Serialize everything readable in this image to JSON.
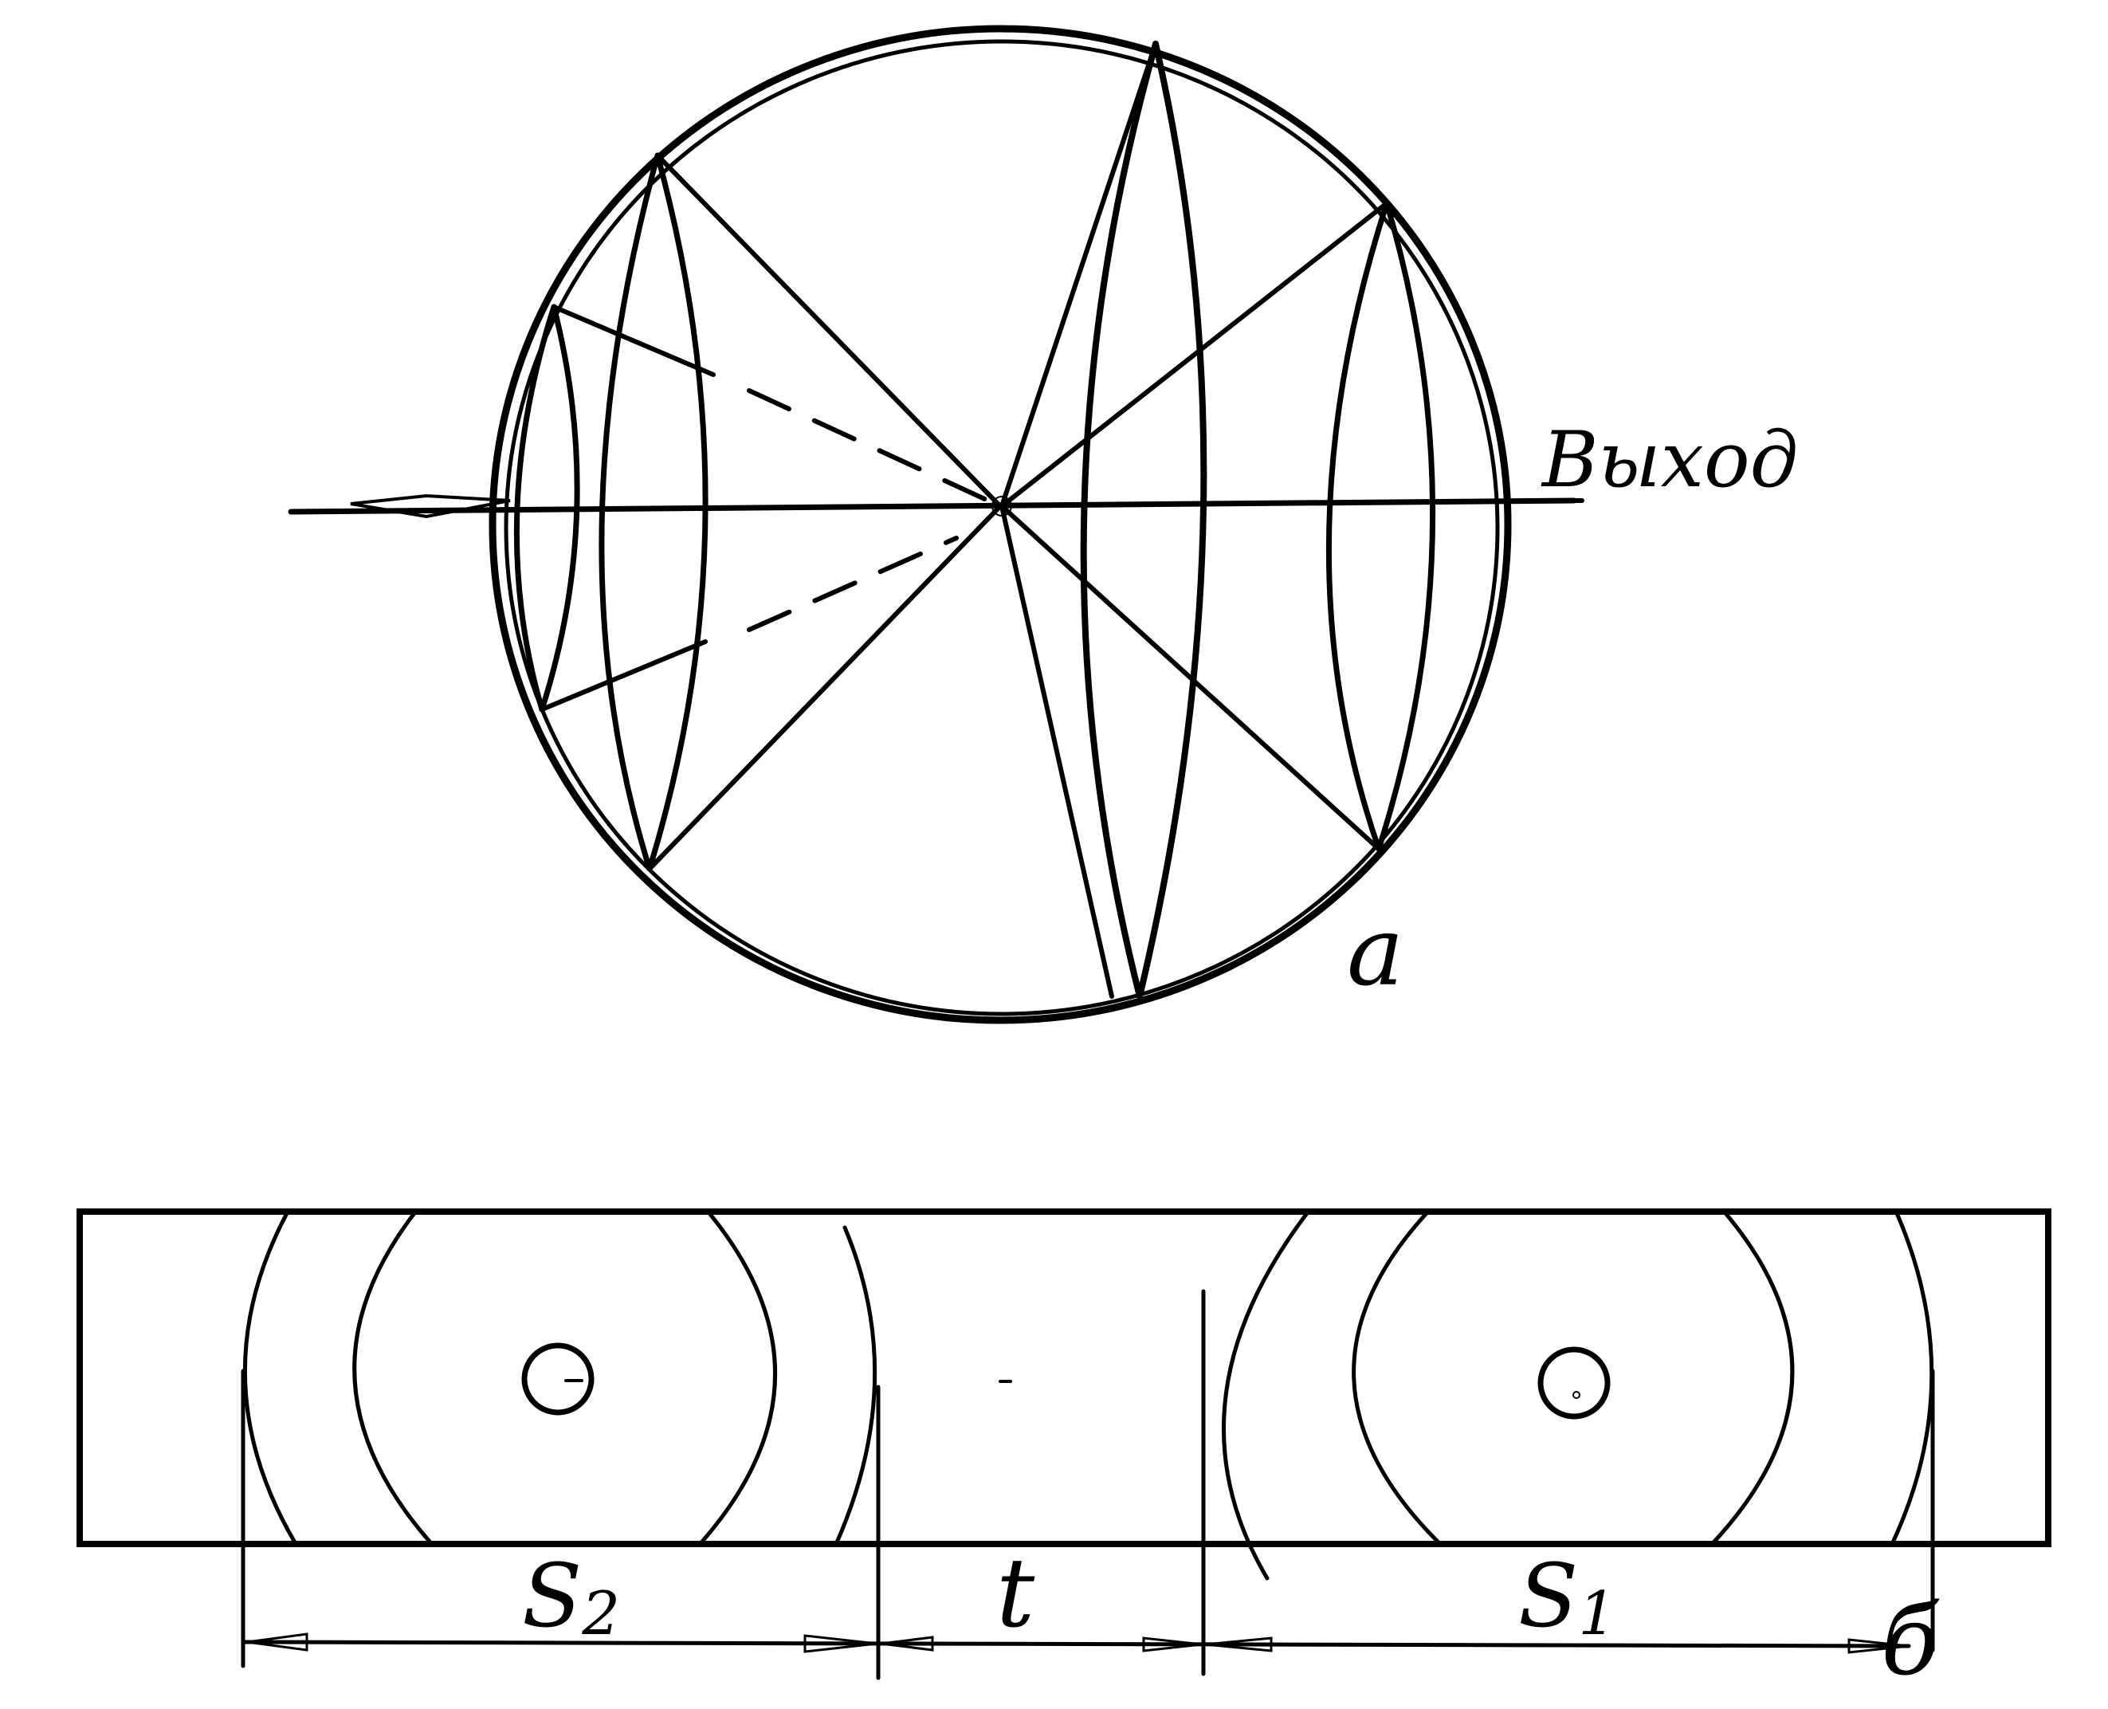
{
  "figure": {
    "view_a": {
      "exit_label": "Выход",
      "view_label": "a"
    },
    "view_b": {
      "dim_s2": "S",
      "dim_s2_sub": "2",
      "dim_t": "t",
      "dim_s1": "S",
      "dim_s1_sub": "1",
      "view_label": "б"
    }
  }
}
